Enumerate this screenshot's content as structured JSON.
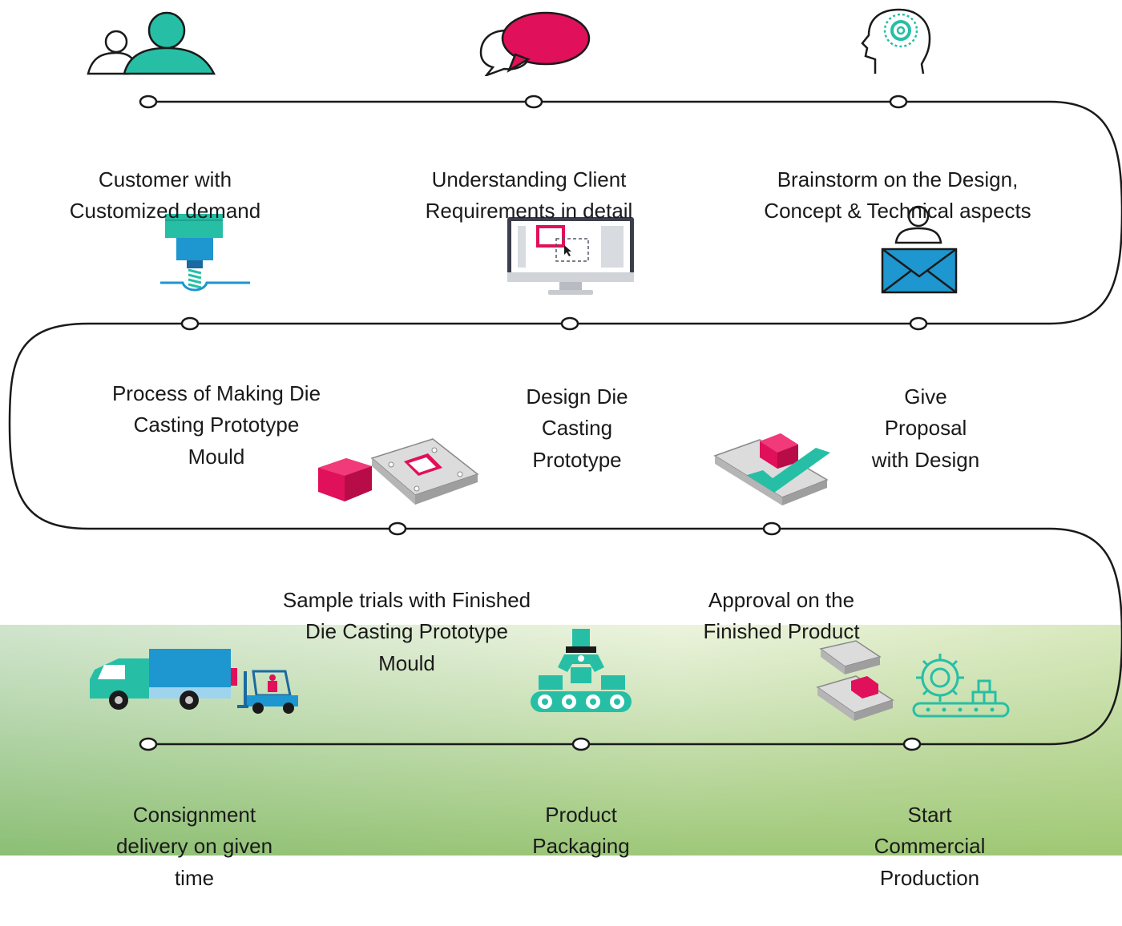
{
  "steps": [
    {
      "id": 1,
      "lines": [
        "Customer with",
        "Customized demand"
      ],
      "icon": "users-icon"
    },
    {
      "id": 2,
      "lines": [
        "Understanding Client",
        "Requirements in detail"
      ],
      "icon": "speech-bubbles-icon"
    },
    {
      "id": 3,
      "lines": [
        "Brainstorm on the Design,",
        "Concept & Technical aspects"
      ],
      "icon": "head-gear-icon"
    },
    {
      "id": 4,
      "lines": [
        "Give",
        "Proposal",
        "with Design"
      ],
      "icon": "user-envelope-icon"
    },
    {
      "id": 5,
      "lines": [
        "Design Die",
        "Casting",
        "Prototype"
      ],
      "icon": "monitor-design-icon"
    },
    {
      "id": 6,
      "lines": [
        "Process of Making Die",
        "Casting Prototype",
        "Mould"
      ],
      "icon": "milling-machine-icon"
    },
    {
      "id": 7,
      "lines": [
        "Sample trials with Finished",
        "Die Casting Prototype",
        "Mould"
      ],
      "icon": "mould-block-icon"
    },
    {
      "id": 8,
      "lines": [
        "Approval on the",
        "Finished Product"
      ],
      "icon": "mould-check-icon"
    },
    {
      "id": 9,
      "lines": [
        "Start",
        "Commercial",
        "Production"
      ],
      "icon": "production-gear-icon"
    },
    {
      "id": 10,
      "lines": [
        "Product",
        "Packaging"
      ],
      "icon": "packaging-conveyor-icon"
    },
    {
      "id": 11,
      "lines": [
        "Consignment",
        "delivery on given",
        "time"
      ],
      "icon": "truck-forklift-icon"
    }
  ],
  "colors": {
    "teal": "#26bfa6",
    "magenta": "#e0105a",
    "blue": "#1e96cf",
    "line": "#1a1a1a",
    "gray": "#d6d6d6"
  }
}
